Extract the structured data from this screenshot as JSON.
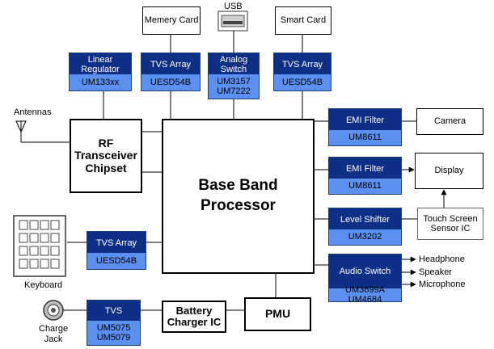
{
  "boxes": {
    "memory_card": "Memery Card",
    "smart_card": "Smart Card",
    "usb": "USB",
    "rf": "RF\nTransceiver\nChipset",
    "baseband": "Base Band\nProcessor",
    "camera": "Camera",
    "display": "Display",
    "touch": "Touch Screen\nSensor IC",
    "battery": "Battery\nCharger IC",
    "pmu": "PMU"
  },
  "ics": {
    "linear": {
      "title": "Linear\nRegulator",
      "part": "UM133xx"
    },
    "tvs_mem": {
      "title": "TVS Array",
      "part": "UESD54B"
    },
    "analog": {
      "title": "Analog\nSwitch",
      "part": "UM3157\nUM7222"
    },
    "tvs_smart": {
      "title": "TVS Array",
      "part": "UESD54B"
    },
    "emi1": {
      "title": "EMI Filter",
      "part": "UM8611"
    },
    "emi2": {
      "title": "EMI Filter",
      "part": "UM8611"
    },
    "level": {
      "title": "Level Shifter",
      "part": "UM3202"
    },
    "audio": {
      "title": "Audio Switch",
      "part": "UM3699A\nUM4684"
    },
    "tvs_kbd": {
      "title": "TVS Array",
      "part": "UESD54B"
    },
    "tvs": {
      "title": "TVS",
      "part": "UM5075\nUM5079"
    }
  },
  "labels": {
    "antennas": "Antennas",
    "keyboard": "Keyboard",
    "charge_jack": "Charge\nJack",
    "headphone": "Headphone",
    "speaker": "Speaker",
    "microphone": "Microphone"
  }
}
